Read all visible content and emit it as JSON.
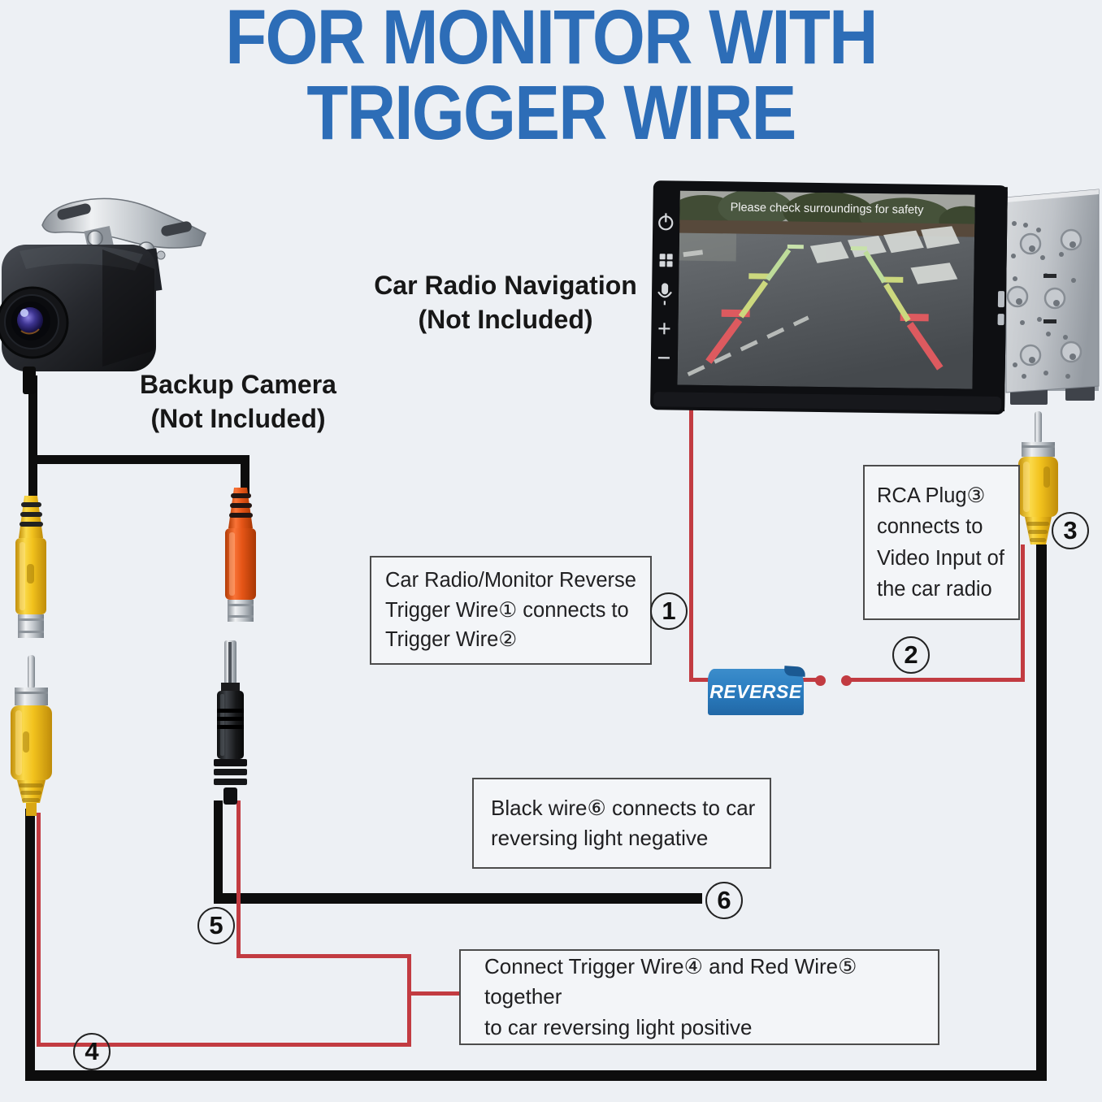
{
  "title": {
    "line1": "FOR MONITOR WITH",
    "line2": "TRIGGER WIRE"
  },
  "camera_label": {
    "line1": "Backup Camera",
    "line2": "(Not Included)"
  },
  "radio_label": {
    "line1": "Car Radio Navigation",
    "line2": "(Not Included)"
  },
  "screen": {
    "warning": "Please check surroundings for safety"
  },
  "reverse_tag": "REVERSE",
  "callouts": {
    "trigger": {
      "lines": [
        "Car Radio/Monitor Reverse",
        "Trigger Wire① connects to",
        "Trigger Wire②"
      ]
    },
    "rca": {
      "lines": [
        "RCA Plug③",
        "connects to",
        "Video Input of",
        "the car radio"
      ]
    },
    "black": {
      "lines": [
        "Black wire⑥ connects to car",
        "reversing light negative"
      ]
    },
    "connect": {
      "lines": [
        "Connect Trigger Wire④ and Red Wire⑤ together",
        "to car reversing light positive"
      ]
    }
  },
  "markers": {
    "one": "1",
    "two": "2",
    "three": "3",
    "four": "4",
    "five": "5",
    "six": "6"
  },
  "colors": {
    "page_bg": "#edf0f4",
    "title_blue": "#2d6db7",
    "wire_red": "#c23b41",
    "wire_black": "#0d0d0d",
    "reverse_blue": "#2b7ec1",
    "rca_yellow": "#f2c21d",
    "rca_orange": "#e55517",
    "text_dark": "#1d1d1f",
    "box_border": "#4c4c4c"
  }
}
